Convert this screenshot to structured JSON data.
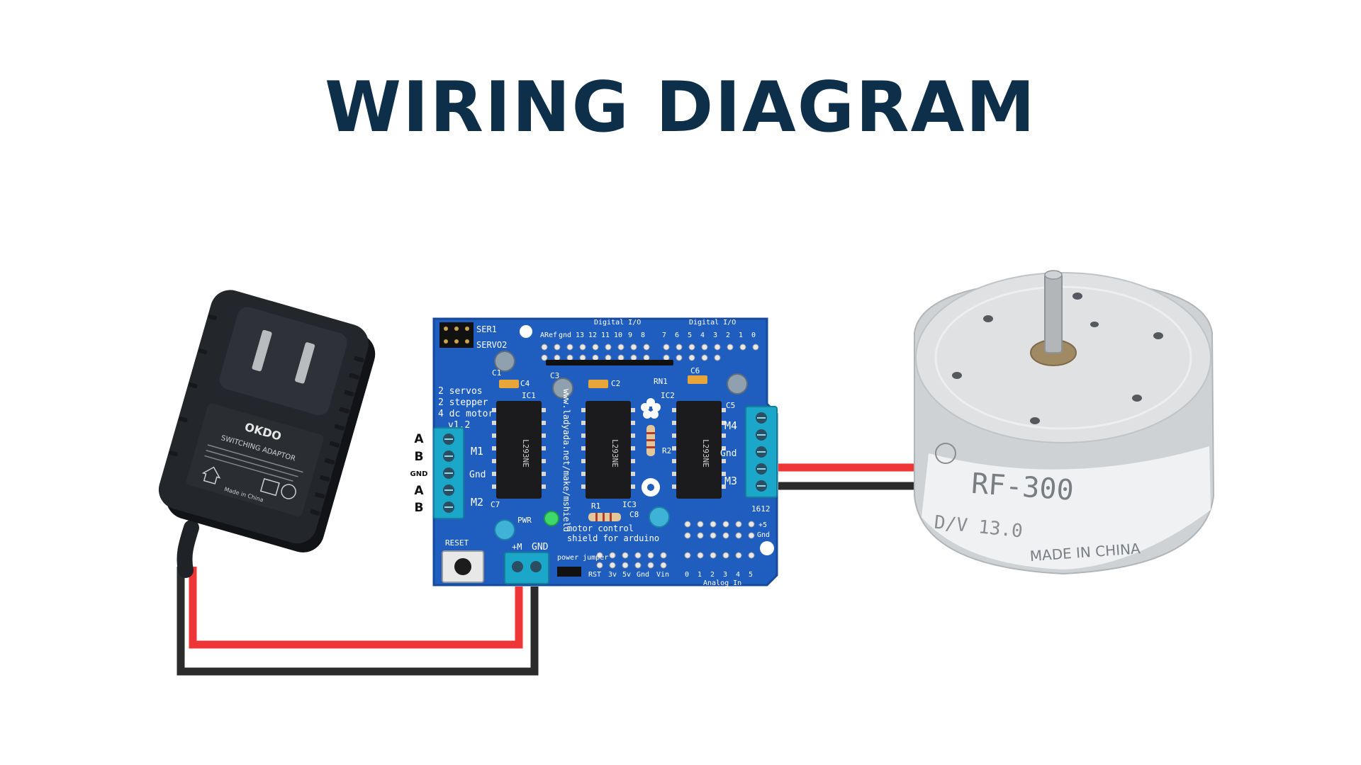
{
  "title": "WIRING DIAGRAM",
  "colors": {
    "title": "#0d2f4a",
    "wire_positive": "#ef3535",
    "wire_negative": "#2b2b2b",
    "board": "#1f5dbf",
    "terminal": "#1aa7c9",
    "adapter": "#23262b",
    "motor_body": "#cfd2d4"
  },
  "adapter": {
    "brand": "OKDO",
    "label": "SWITCHING ADAPTOR",
    "made_in": "Made in China"
  },
  "shield": {
    "servo_labels": [
      "SER1",
      "SERVO2"
    ],
    "header_labels": [
      "Digital I/O",
      "Digital I/O"
    ],
    "pin_numbers_left": [
      "ARef",
      "gnd",
      "13",
      "12",
      "11",
      "10",
      "9",
      "8"
    ],
    "pin_numbers_right": [
      "7",
      "6",
      "5",
      "4",
      "3",
      "2",
      "1",
      "0"
    ],
    "features": [
      "2 servos",
      "2 stepper",
      "4 dc motor",
      "v1.2"
    ],
    "ic_labels": [
      "IC1",
      "IC2",
      "IC3"
    ],
    "chip_text": "L293NE",
    "url_text": "www.ladyada.net/make/mshield",
    "left_terminal_labels": [
      "M1",
      "Gnd",
      "M2"
    ],
    "right_terminal_labels": [
      "M4",
      "Gnd",
      "M3"
    ],
    "side_pin_labels": [
      "A",
      "B",
      "GND",
      "A",
      "B"
    ],
    "component_labels": [
      "C1",
      "C4",
      "C2",
      "C3",
      "RN1",
      "C5",
      "C6",
      "C7",
      "C8",
      "R1",
      "R2"
    ],
    "reset_label": "RESET",
    "pwr_label": "PWR",
    "power_terminal_labels": [
      "+M",
      "GND"
    ],
    "power_jumper_label": "power jumper",
    "motor_control_label": "motor control",
    "shield_label": "shield for arduino",
    "bottom_pins": [
      "RST",
      "3v",
      "5v",
      "Gnd",
      "Vin"
    ],
    "analog_pins": [
      "0",
      "1",
      "2",
      "3",
      "4",
      "5"
    ],
    "analog_label": "Analog In",
    "plus5_label": "+5",
    "gnd_label": "Gnd",
    "code": "1612"
  },
  "motor": {
    "model": "RF-300",
    "voltage": "D/V 13.0",
    "origin": "MADE IN CHINA"
  }
}
